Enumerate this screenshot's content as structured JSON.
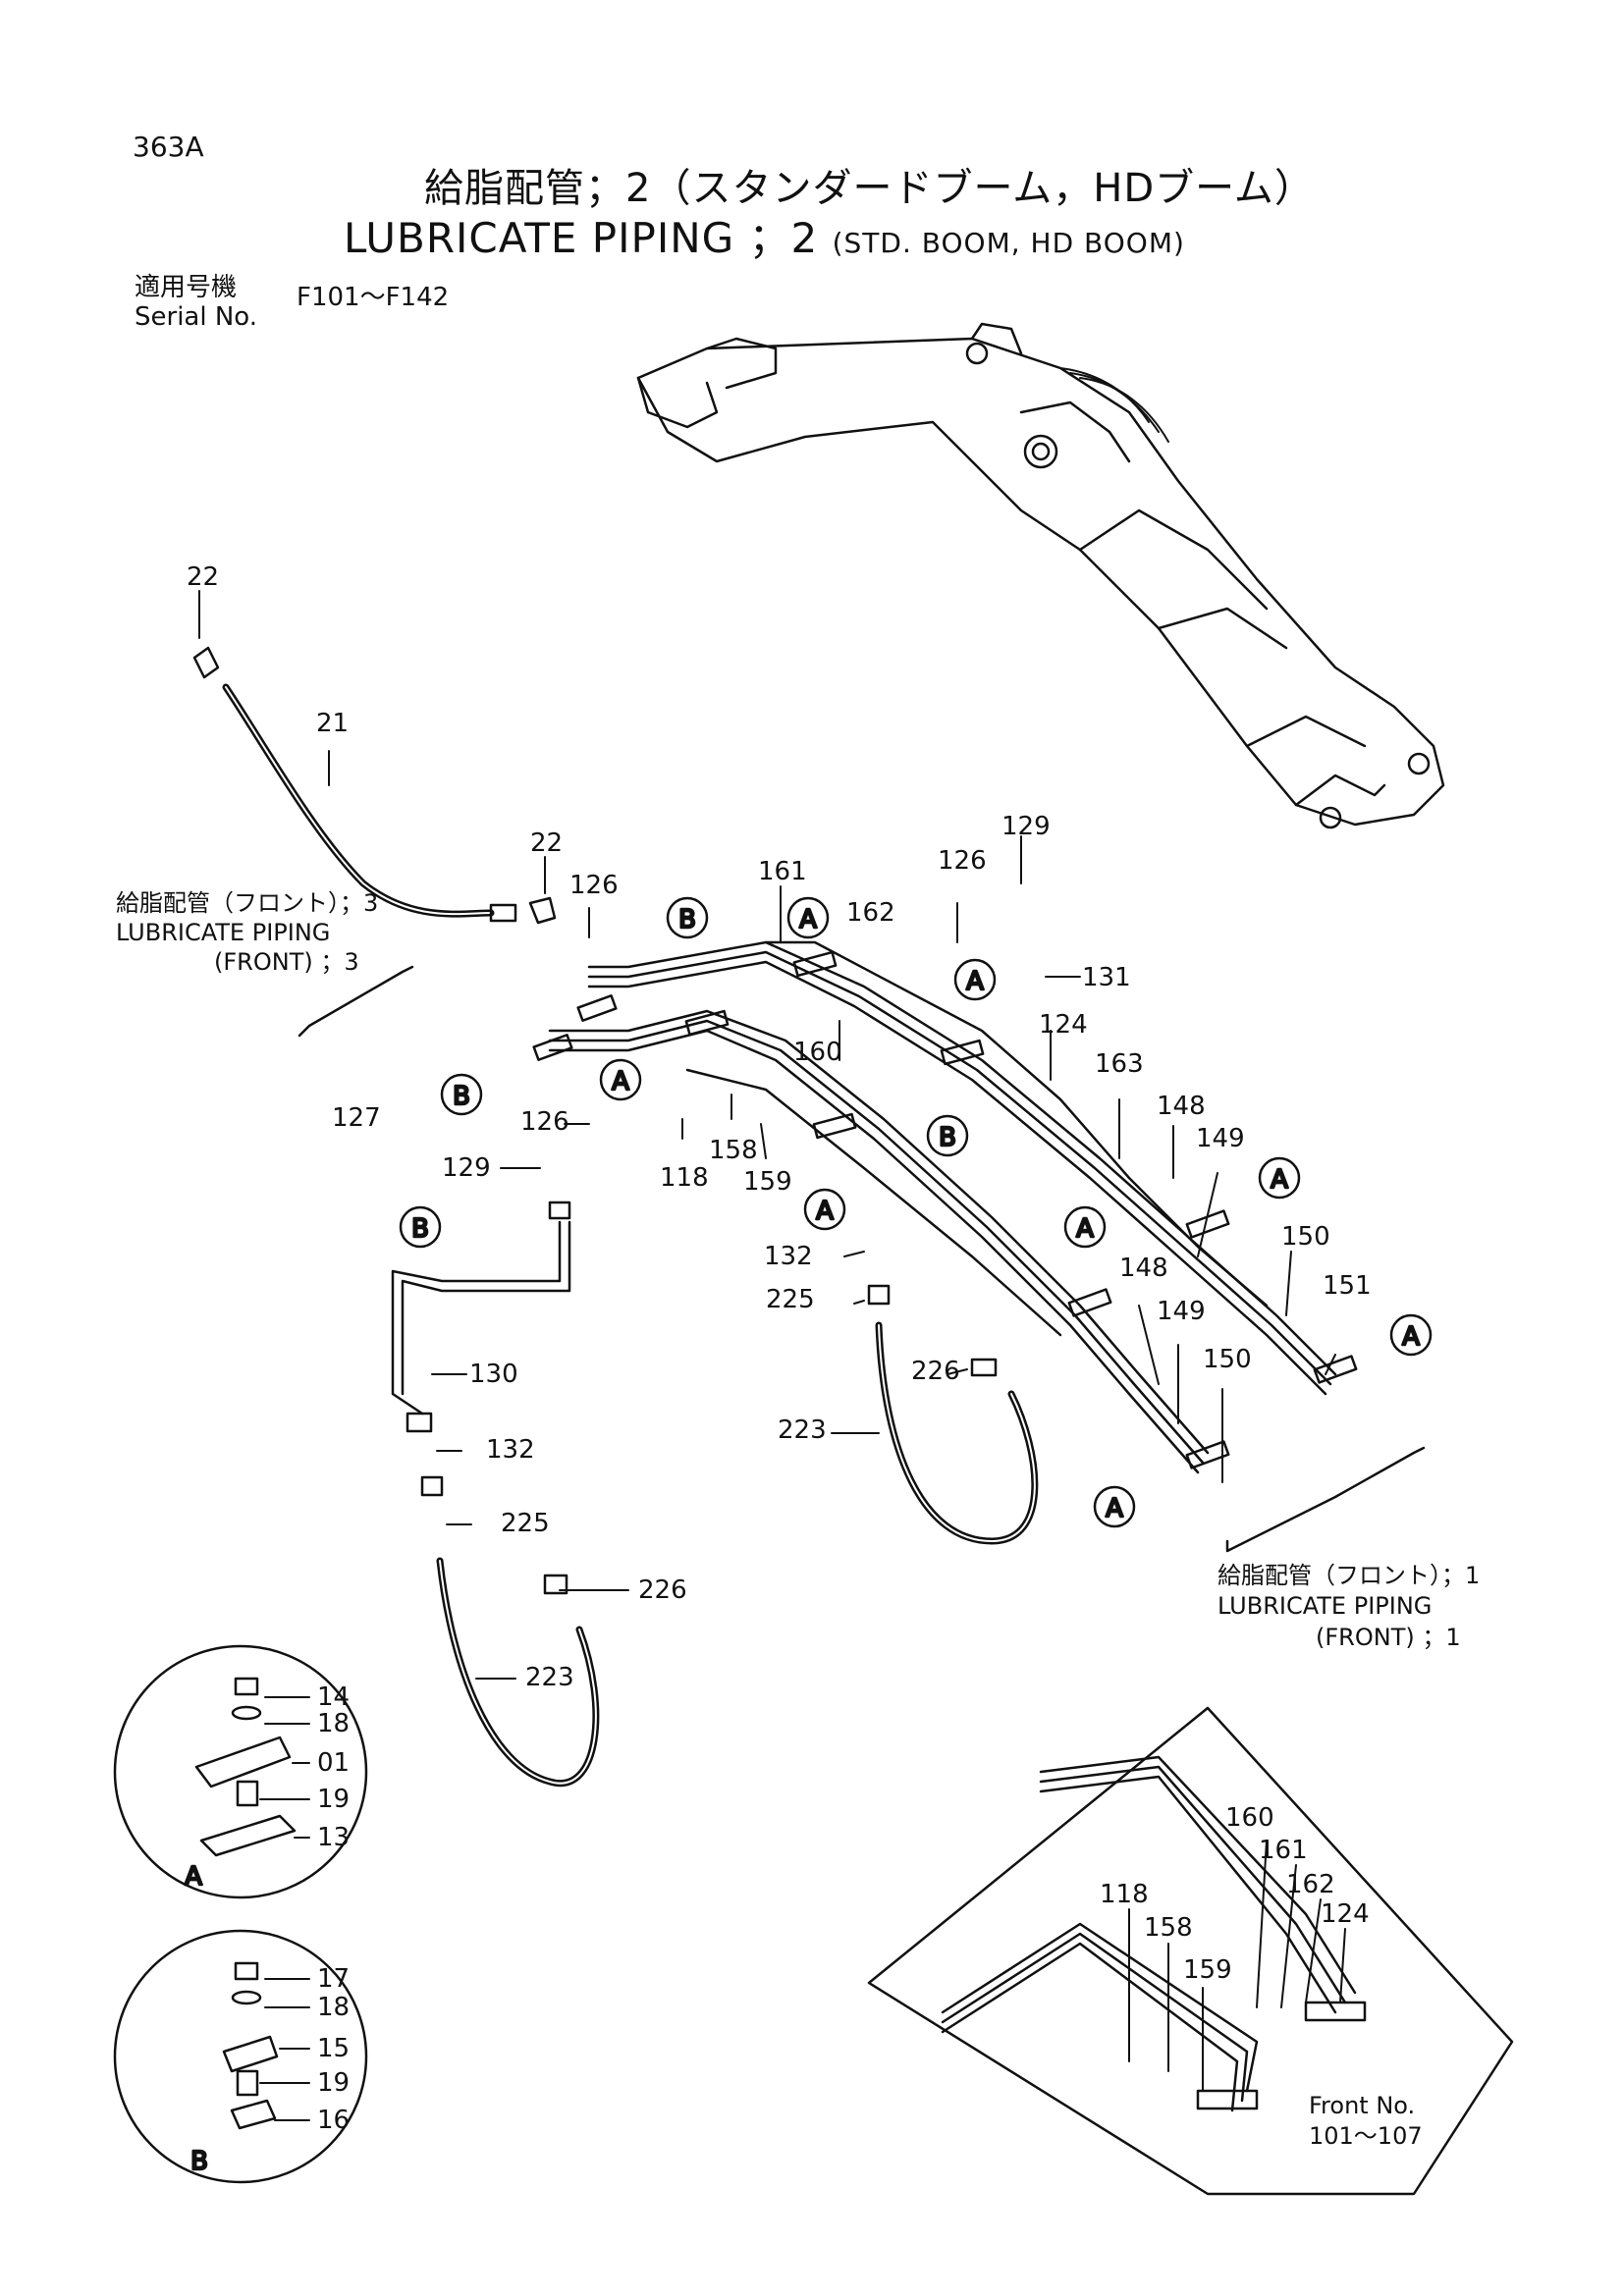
{
  "header": {
    "code": "363A",
    "title_jp": "給脂配管；2（スタンダードブーム，HDブーム）",
    "title_en": "LUBRICATE  PIPING ；2",
    "title_en_sub": "(STD. BOOM, HD BOOM)",
    "serial_label_jp": "適用号機",
    "serial_label_en": "Serial No.",
    "serial_value": "F101～F142"
  },
  "notes": {
    "front3_jp": "給脂配管（フロント）；3",
    "front3_en": "LUBRICATE  PIPING",
    "front3_en2": "(FRONT) ；3",
    "front1_jp": "給脂配管（フロント）；1",
    "front1_en": "LUBRICATE  PIPING",
    "front1_en2": "(FRONT) ；1",
    "front_no_label": "Front No.",
    "front_no_value": "101～107"
  },
  "callouts": {
    "a": "A",
    "b": "B"
  },
  "parts": {
    "p22a": "22",
    "p21": "21",
    "p22b": "22",
    "p126a": "126",
    "p161": "161",
    "p162": "162",
    "p126b": "126",
    "p129a": "129",
    "p131": "131",
    "p124": "124",
    "p160": "160",
    "p163": "163",
    "p148a": "148",
    "p149a": "149",
    "p150a": "150",
    "p151": "151",
    "p127": "127",
    "p126c": "126",
    "p129b": "129",
    "p118": "118",
    "p158": "158",
    "p159": "159",
    "p132a": "132",
    "p225a": "225",
    "p226a": "226",
    "p223a": "223",
    "p148b": "148",
    "p149b": "149",
    "p150b": "150",
    "p130": "130",
    "p132b": "132",
    "p225b": "225",
    "p226b": "226",
    "p223b": "223",
    "dA14": "14",
    "dA18": "18",
    "dA01": "01",
    "dA19": "19",
    "dA13": "13",
    "dB17": "17",
    "dB18": "18",
    "dB15": "15",
    "dB19": "19",
    "dB16": "16",
    "i160": "160",
    "i161": "161",
    "i162": "162",
    "i124": "124",
    "i118": "118",
    "i158": "158",
    "i159": "159"
  }
}
